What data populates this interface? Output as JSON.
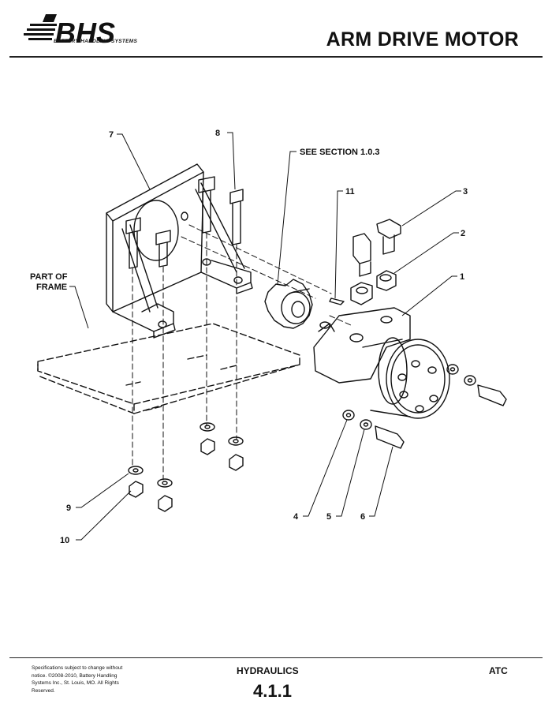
{
  "header": {
    "logo_text": "BHS",
    "logo_subtitle": "BATTERY HANDLING SYSTEMS",
    "title": "ARM DRIVE MOTOR"
  },
  "diagram": {
    "callouts": {
      "c1": "1",
      "c2": "2",
      "c3": "3",
      "c4": "4",
      "c5": "5",
      "c6": "6",
      "c7": "7",
      "c8": "8",
      "c9": "9",
      "c10": "10",
      "c11": "11",
      "see_section": "SEE SECTION 1.0.3",
      "part_of_1": "PART OF",
      "part_of_2": "FRAME"
    }
  },
  "footer": {
    "disclaimer": "Specifications subject to change without notice. ©2008-2010, Battery Handling Systems Inc., St. Louis, MO. All Rights Reserved.",
    "section_name": "HYDRAULICS",
    "section_number": "4.1.1",
    "model": "ATC"
  }
}
